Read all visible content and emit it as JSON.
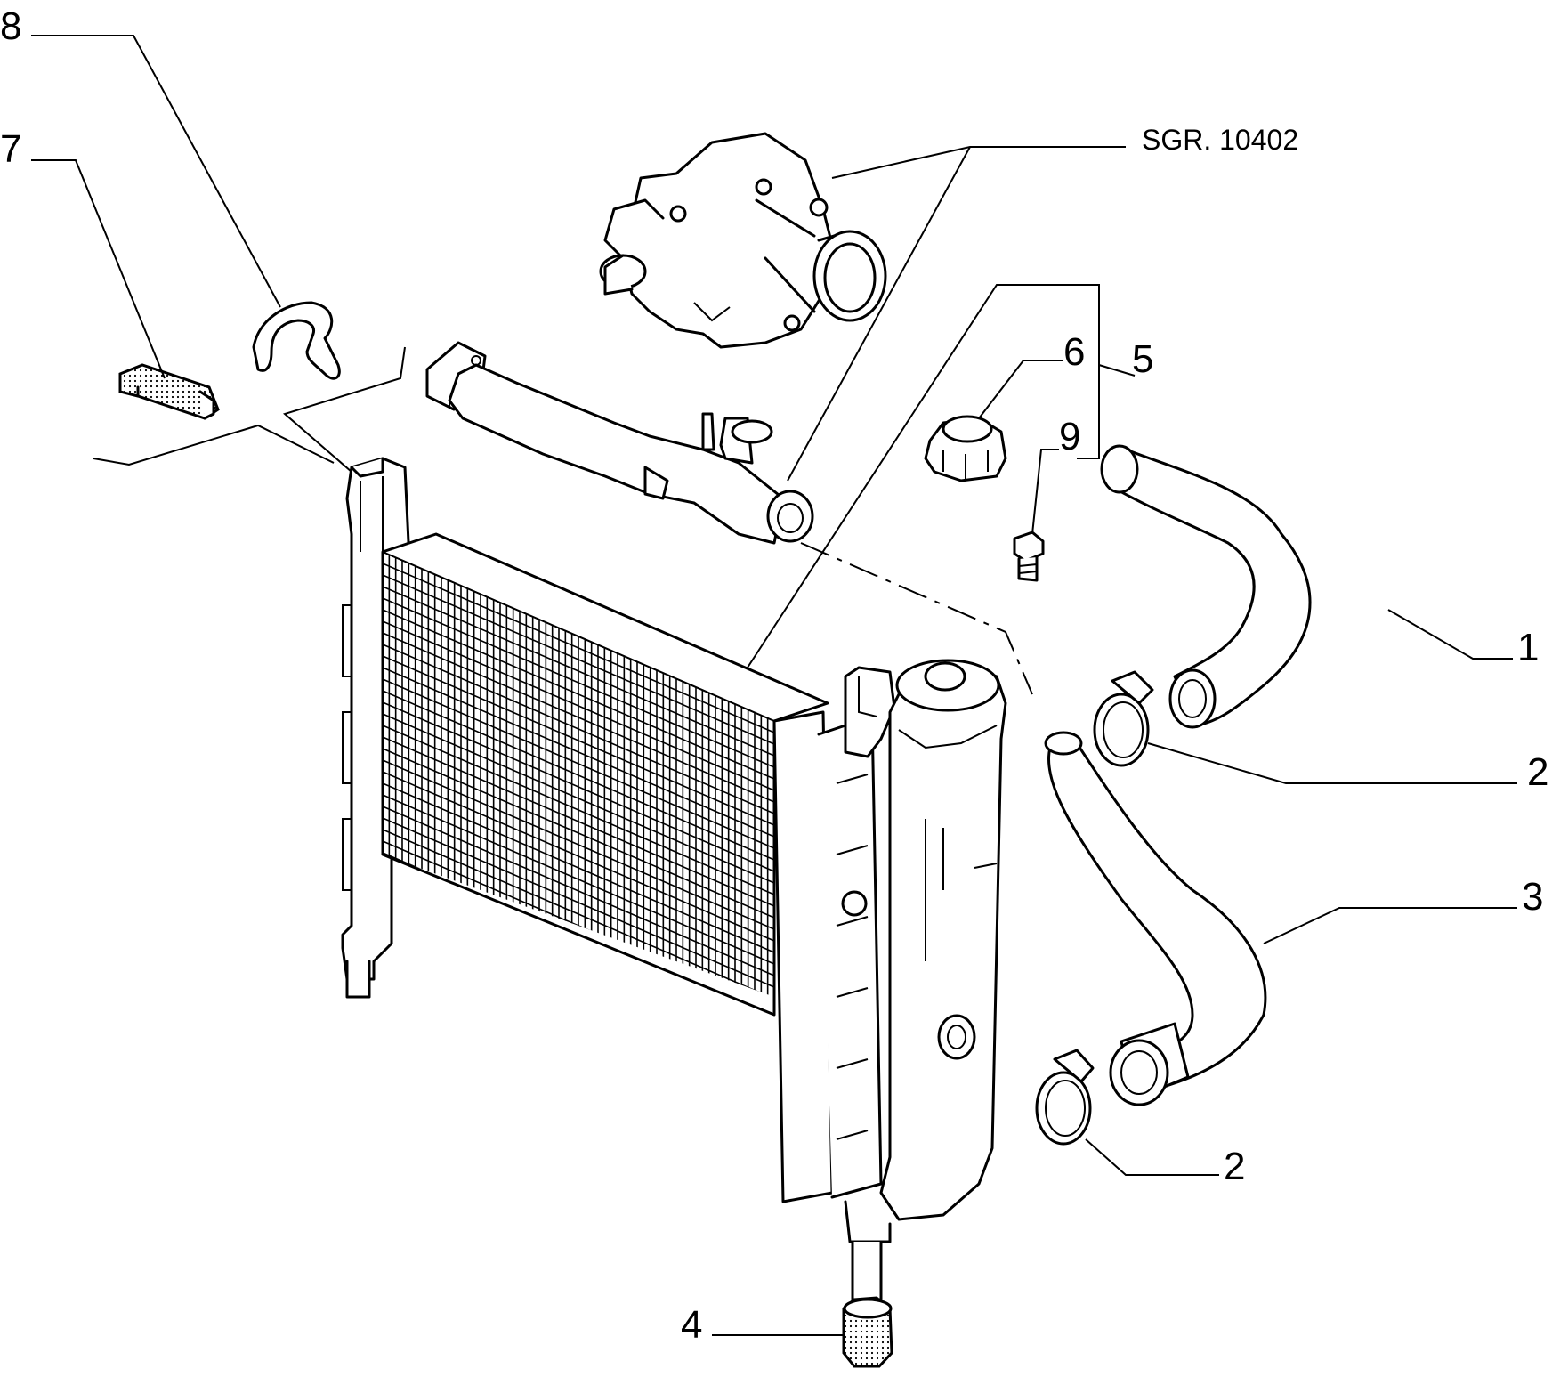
{
  "reference": "SGR. 10402",
  "callouts": {
    "c1": "1",
    "c2a": "2",
    "c2b": "2",
    "c3": "3",
    "c4": "4",
    "c5": "5",
    "c6": "6",
    "c7": "7",
    "c8": "8",
    "c9": "9"
  }
}
